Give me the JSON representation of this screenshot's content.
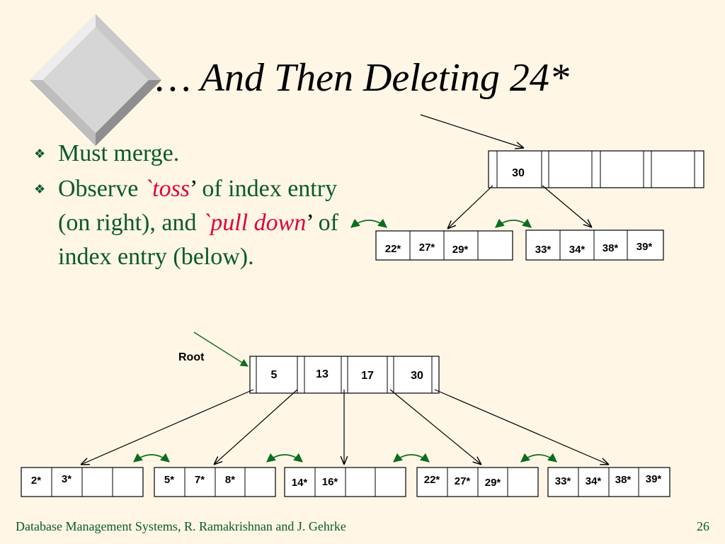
{
  "slide": {
    "title": "… And Then Deleting 24*",
    "bullets": {
      "b1": "Must merge.",
      "b2_pre": "Observe ",
      "b2_tick1": "`",
      "b2_toss": "toss",
      "b2_tick2": "’",
      "b2_mid": " of index entry (on right), and ",
      "b2_tick3": "`",
      "b2_pull": "pull down",
      "b2_tick4": "’",
      "b2_post": " of index entry (below)."
    },
    "footer": {
      "credit": "Database Management Systems, R. Ramakrishnan and J. Gehrke",
      "page": "26"
    }
  },
  "tree_top": {
    "root_keys": [
      "30"
    ],
    "leaves": [
      [
        "22*",
        "27*",
        "29*",
        ""
      ],
      [
        "33*",
        "34*",
        "38*",
        "39*"
      ]
    ]
  },
  "tree_bottom": {
    "root_label": "Root",
    "root_keys": [
      "5",
      "13",
      "17",
      "30"
    ],
    "leaves": [
      [
        "2*",
        "3*",
        "",
        ""
      ],
      [
        "5*",
        "7*",
        "8*",
        ""
      ],
      [
        "14*",
        "16*",
        "",
        ""
      ],
      [
        "22*",
        "27*",
        "29*",
        ""
      ],
      [
        "33*",
        "34*",
        "38*",
        "39*"
      ]
    ]
  },
  "colors": {
    "background": "#FFF6E6",
    "text_green": "#0A5A2A",
    "highlight": "#E0003C",
    "arrow_green": "#0A6E1E"
  },
  "icons": {
    "title_decoration": "diamond-icon",
    "bullet": "diamond-bullet-icon"
  }
}
